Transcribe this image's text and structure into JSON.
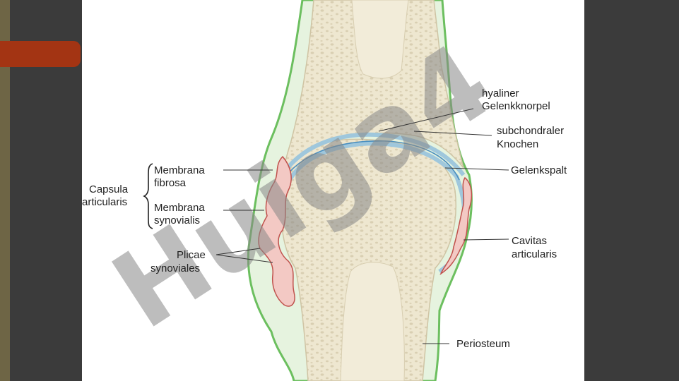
{
  "labels": {
    "hyaliner": [
      "hyaliner",
      "Gelenkknorpel"
    ],
    "subchondral": [
      "subchondraler",
      "Knochen"
    ],
    "gelenkspalt": "Gelenkspalt",
    "cavitas": [
      "Cavitas",
      "articularis"
    ],
    "periosteum": "Periosteum",
    "capsula": [
      "Capsula",
      "articularis"
    ],
    "membrana_fibrosa": [
      "Membrana",
      "fibrosa"
    ],
    "membrana_synovialis": [
      "Membrana",
      "synovialis"
    ],
    "plicae": [
      "Plicae",
      "synoviales"
    ]
  },
  "watermark": "Huiga4",
  "colors": {
    "bone": "#eee7d0",
    "cartilage": "#cfe4ef",
    "synovial": "#e39a96",
    "periosteum": "#6cbf5f",
    "watermark": "#b7b2e8"
  }
}
